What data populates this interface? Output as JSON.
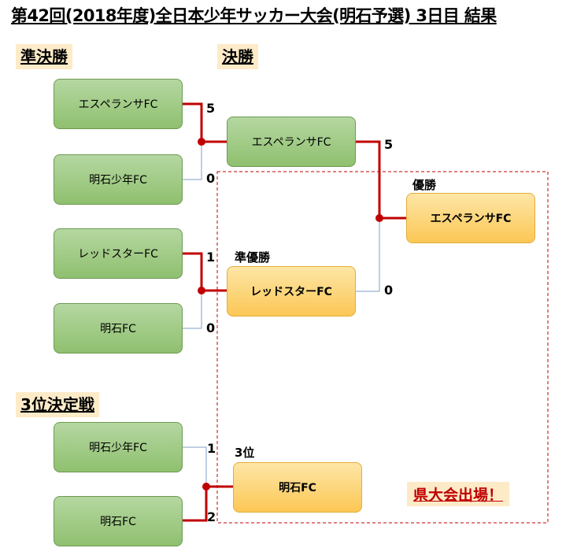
{
  "title": "第42回(2018年度)全日本少年サッカー大会(明石予選) 3日目 結果",
  "sections": {
    "semifinal": "準決勝",
    "final": "決勝",
    "third_place": "3位決定戦"
  },
  "semifinal_1": {
    "team_a": "エスペランサFC",
    "score_a": "5",
    "team_b": "明石少年FC",
    "score_b": "0"
  },
  "semifinal_2": {
    "team_a": "レッドスターFC",
    "score_a": "1",
    "team_b": "明石FC",
    "score_b": "0"
  },
  "final": {
    "team_a": "エスペランサFC",
    "score_a": "5",
    "team_b": "レッドスターFC",
    "score_b": "0",
    "runner_up_label": "準優勝"
  },
  "champion": {
    "label": "優勝",
    "team": "エスペランサFC"
  },
  "third_place_match": {
    "team_a": "明石少年FC",
    "score_a": "1",
    "team_b": "明石FC",
    "score_b": "2",
    "label": "3位",
    "winner": "明石FC"
  },
  "note": "県大会出場！",
  "colors": {
    "winner_line": "#c00000",
    "loser_line": "#7f9fc4",
    "group_box_border": "#c00000",
    "team_box": "#a9d18e",
    "result_box": "#ffd966",
    "section_bg": "#fdebc8"
  }
}
